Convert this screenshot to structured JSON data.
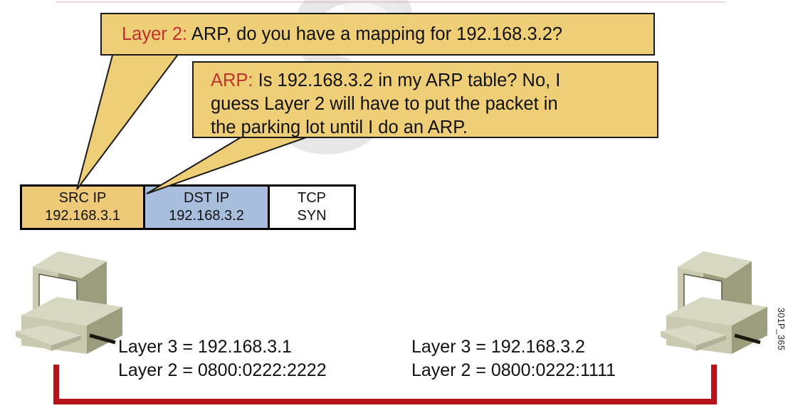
{
  "slide": {
    "side_id": "301P_365"
  },
  "callouts": [
    {
      "speaker": "Layer 2:",
      "text": "ARP, do you have a mapping for 192.168.3.2?"
    },
    {
      "speaker": "ARP:",
      "lines": [
        "Is 192.168.3.2 in my ARP table? No, I",
        "guess Layer 2 will have to put the packet in",
        "the parking lot until I do an ARP."
      ]
    }
  ],
  "packet": {
    "cells": [
      {
        "title": "SRC IP",
        "value": "192.168.3.1",
        "color": "#eec977"
      },
      {
        "title": "DST IP",
        "value": "192.168.3.2",
        "color": "#a8bedc"
      },
      {
        "title": "TCP",
        "value": "SYN",
        "color": "#ffffff"
      }
    ]
  },
  "hosts": [
    {
      "name": "host-left",
      "layer3": "Layer 3 = 192.168.3.1",
      "layer2": "Layer 2 = 0800:0222:2222"
    },
    {
      "name": "host-right",
      "layer3": "Layer 3 = 192.168.3.2",
      "layer2": "Layer 2 = 0800:0222:1111"
    }
  ],
  "colors": {
    "callout_fill": "#efce78",
    "keyword_red": "#c0322b",
    "cable_red": "#b5121b",
    "src_cell": "#eec977",
    "dst_cell": "#a8bedc",
    "computer_body": "#c9cab0"
  }
}
